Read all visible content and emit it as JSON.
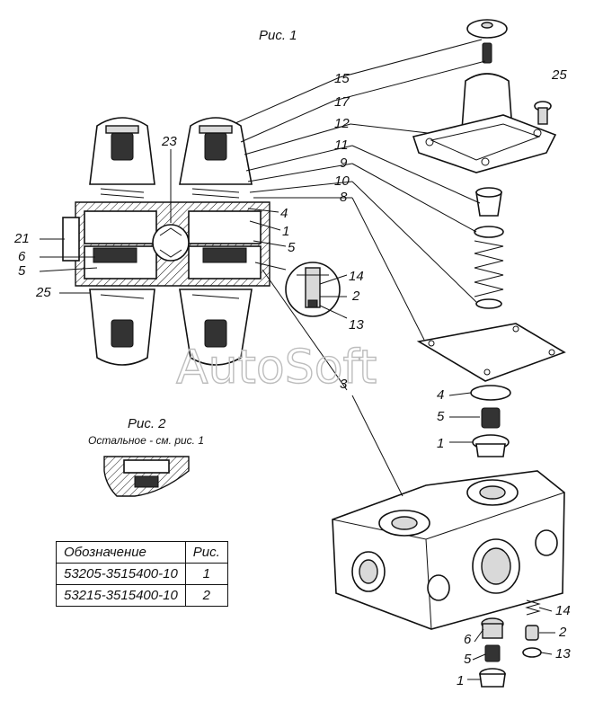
{
  "figure": {
    "fig1_caption": "Рис. 1",
    "fig2_caption": "Рис. 2",
    "fig2_note": "Остальное - см. рис. 1",
    "watermark": "AutoSoft"
  },
  "callouts": {
    "n15": "15",
    "n17": "17",
    "n12": "12",
    "n11": "11",
    "n9": "9",
    "n10": "10",
    "n8": "8",
    "n23": "23",
    "n25_top": "25",
    "n4_section": "4",
    "n1_section": "1",
    "n5_section_r": "5",
    "n21": "21",
    "n6_section": "6",
    "n5_section_l": "5",
    "n25_left": "25",
    "n14_detail": "14",
    "n2_detail": "2",
    "n13_detail": "13",
    "n3": "3",
    "n4_exploded": "4",
    "n5_exploded": "5",
    "n1_exploded": "1",
    "n14_bottom": "14",
    "n2_bottom": "2",
    "n13_bottom": "13",
    "n6_bottom": "6",
    "n5_bottom": "5",
    "n1_bottom": "1"
  },
  "table": {
    "headers": [
      "Обозначение",
      "Рис."
    ],
    "rows": [
      [
        "53205-3515400-10",
        "1"
      ],
      [
        "53215-3515400-10",
        "2"
      ]
    ]
  }
}
